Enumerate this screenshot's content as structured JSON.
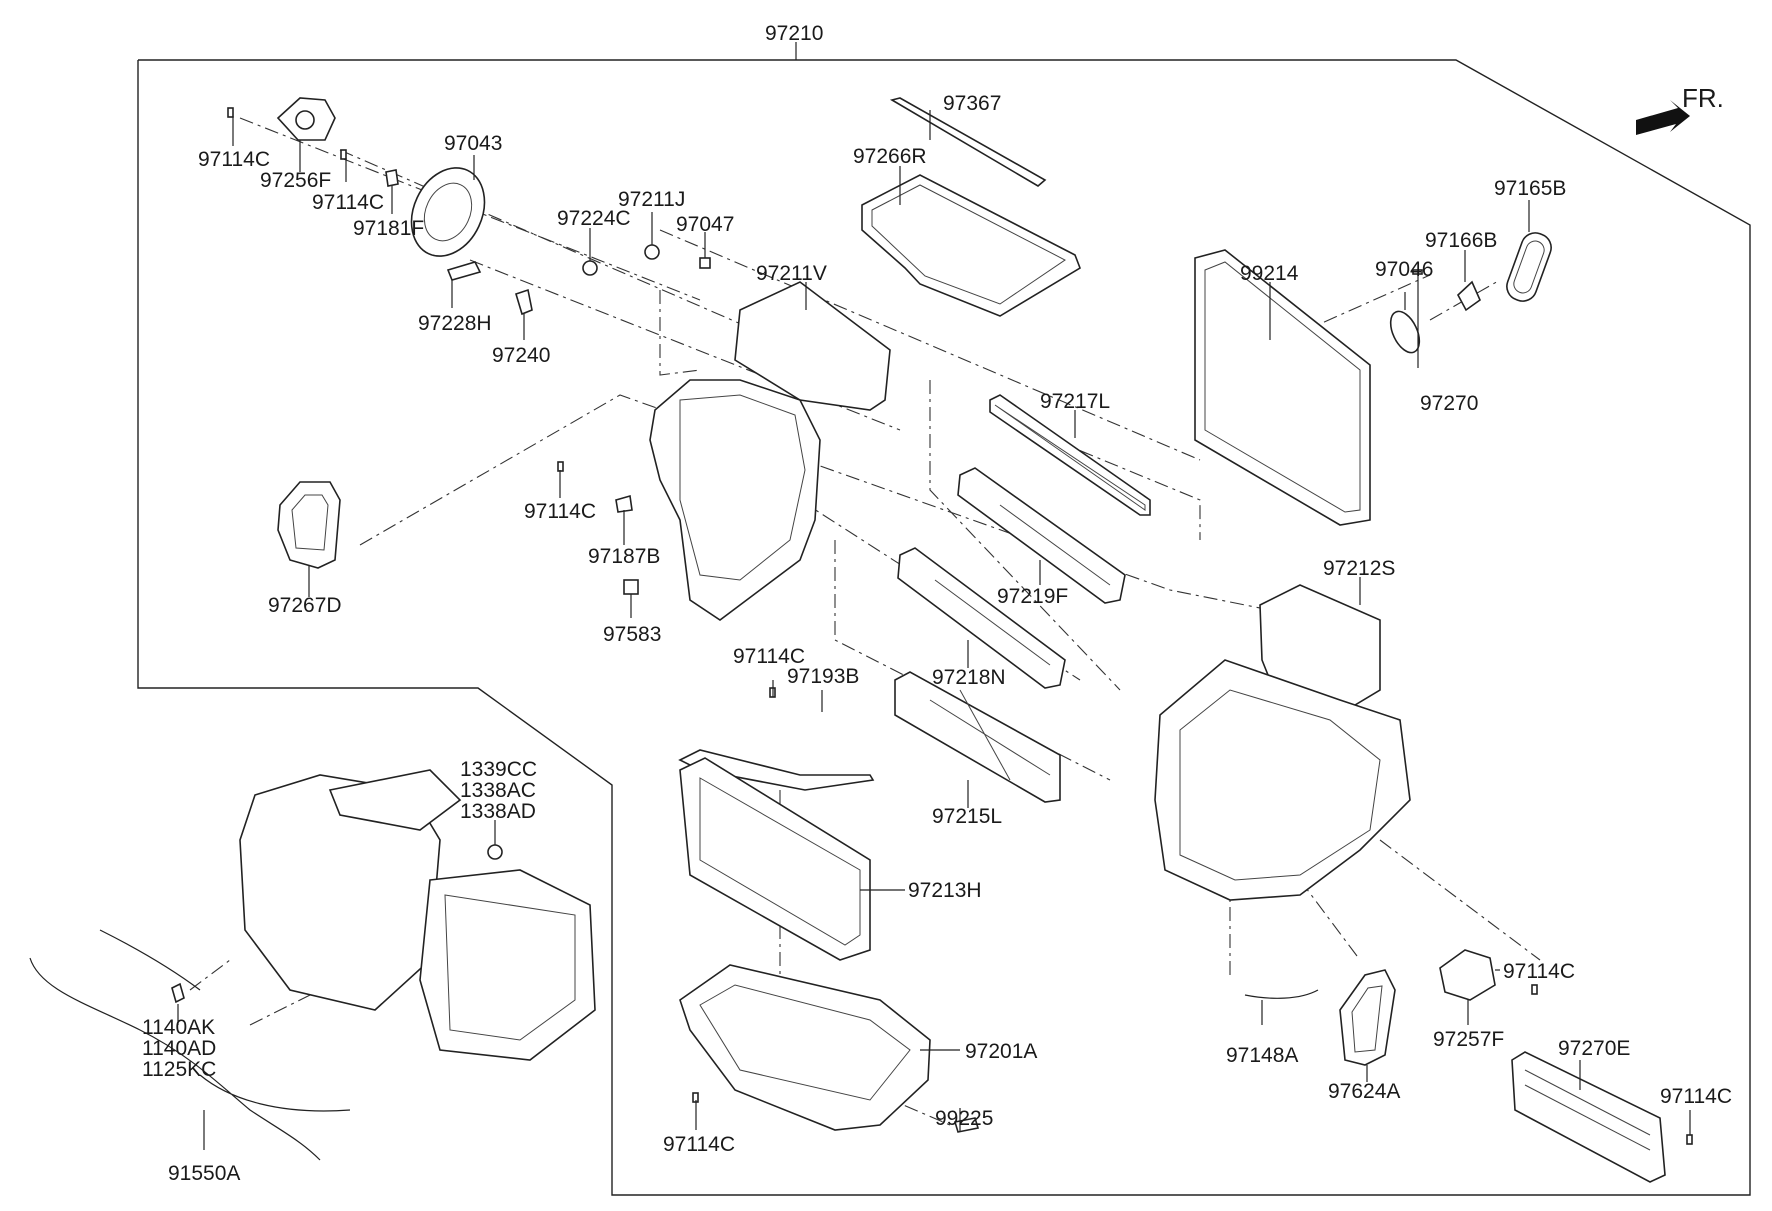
{
  "orientation_label": "FR.",
  "labels": {
    "l97210": "97210",
    "l97114C_a": "97114C",
    "l97256F": "97256F",
    "l97114C_b": "97114C",
    "l97181F": "97181F",
    "l97043": "97043",
    "l97228H": "97228H",
    "l97240": "97240",
    "l97224C": "97224C",
    "l97211J": "97211J",
    "l97047": "97047",
    "l97211V": "97211V",
    "l97367": "97367",
    "l97266R": "97266R",
    "l99214": "99214",
    "l97046": "97046",
    "l97166B": "97166B",
    "l97165B": "97165B",
    "l97270": "97270",
    "l97217L": "97217L",
    "l97219F": "97219F",
    "l97218N": "97218N",
    "l97215L": "97215L",
    "l97212S": "97212S",
    "l97267D": "97267D",
    "l97114C_c": "97114C",
    "l97187B": "97187B",
    "l97583": "97583",
    "l97114C_d": "97114C",
    "l97193B": "97193B",
    "l97213H": "97213H",
    "l97201A": "97201A",
    "l99225": "99225",
    "l97114C_e": "97114C",
    "l97148A": "97148A",
    "l97624A": "97624A",
    "l97114C_f": "97114C",
    "l97257F": "97257F",
    "l97270E": "97270E",
    "l97114C_g": "97114C",
    "l1339CC": "1339CC",
    "l1338AC": "1338AC",
    "l1338AD": "1338AD",
    "l1140AK": "1140AK",
    "l1140AD": "1140AD",
    "l1125KC": "1125KC",
    "l91550A": "91550A"
  }
}
